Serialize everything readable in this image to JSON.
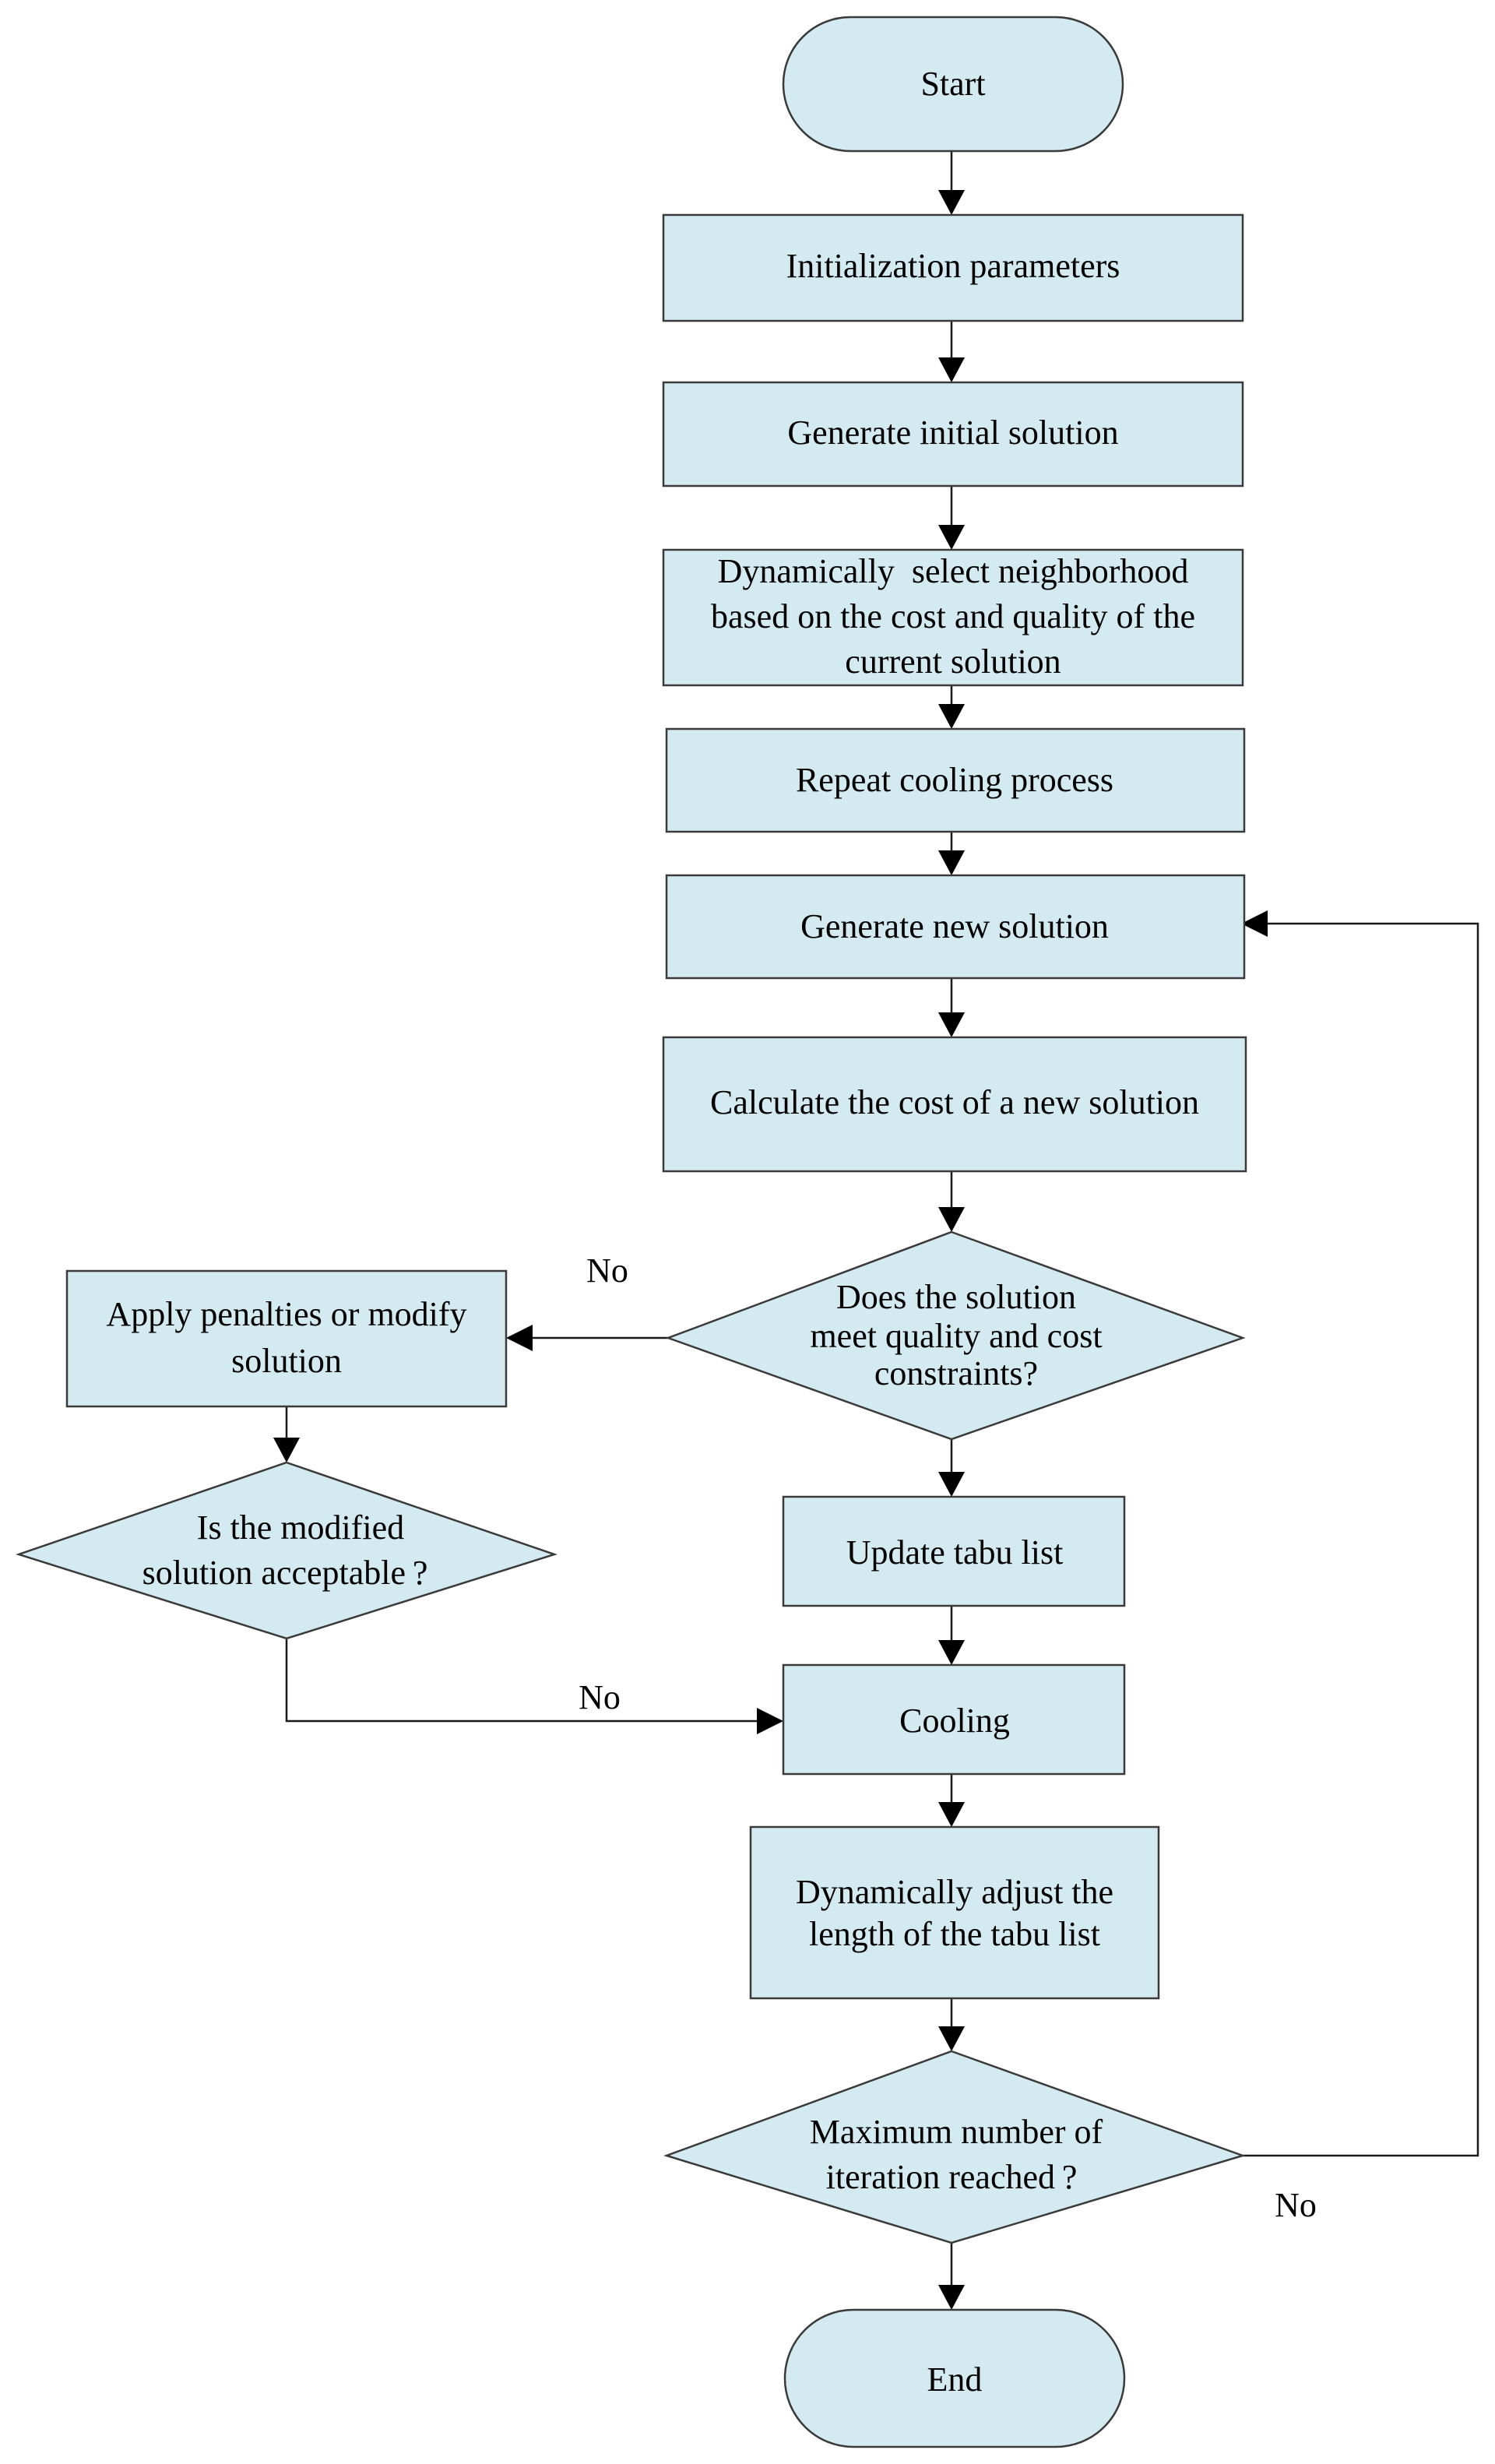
{
  "nodes": {
    "start": {
      "lines": [
        "Start"
      ]
    },
    "init": {
      "lines": [
        "Initialization parameters"
      ]
    },
    "gen_initial": {
      "lines": [
        "Generate initial solution"
      ]
    },
    "dyn_select": {
      "lines": [
        "Dynamically  select neighborhood",
        "based on the cost and quality of the",
        "current solution"
      ]
    },
    "repeat_cooling": {
      "lines": [
        "Repeat cooling process"
      ]
    },
    "gen_new": {
      "lines": [
        "Generate new solution"
      ]
    },
    "calc_cost": {
      "lines": [
        "Calculate the cost of a new solution"
      ]
    },
    "decision_constraints": {
      "lines": [
        "Does the solution",
        "meet quality and cost",
        "constraints?"
      ]
    },
    "apply_penalties": {
      "lines": [
        "Apply penalties or modify",
        "solution"
      ]
    },
    "decision_acceptable": {
      "lines": [
        "Is the modified",
        "solution acceptable ?"
      ]
    },
    "update_tabu": {
      "lines": [
        "Update tabu list"
      ]
    },
    "cooling": {
      "lines": [
        "Cooling"
      ]
    },
    "adjust_tabu": {
      "lines": [
        "Dynamically adjust the",
        "length of the tabu list"
      ]
    },
    "decision_max_iter": {
      "lines": [
        "Maximum number of",
        "iteration reached ?"
      ]
    },
    "end": {
      "lines": [
        "End"
      ]
    }
  },
  "edge_labels": {
    "constraints_no": "No",
    "acceptable_no": "No",
    "max_iter_no": "No"
  },
  "colors": {
    "fill": "#d4eaf1",
    "stroke": "#3a3a3a",
    "line": "#1a1a1a"
  }
}
